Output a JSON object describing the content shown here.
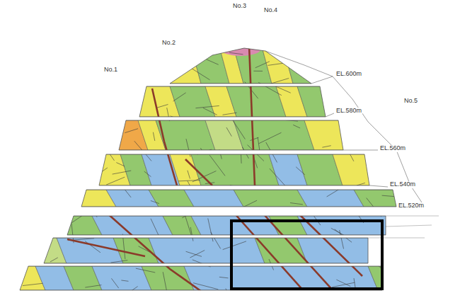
{
  "diagram": {
    "labels": [
      "No.3",
      "No.4",
      "No.2",
      "No.1",
      "No.5",
      "EL.600m",
      "EL.580m",
      "EL.560m",
      "EL.540m",
      "EL.520m"
    ]
  }
}
